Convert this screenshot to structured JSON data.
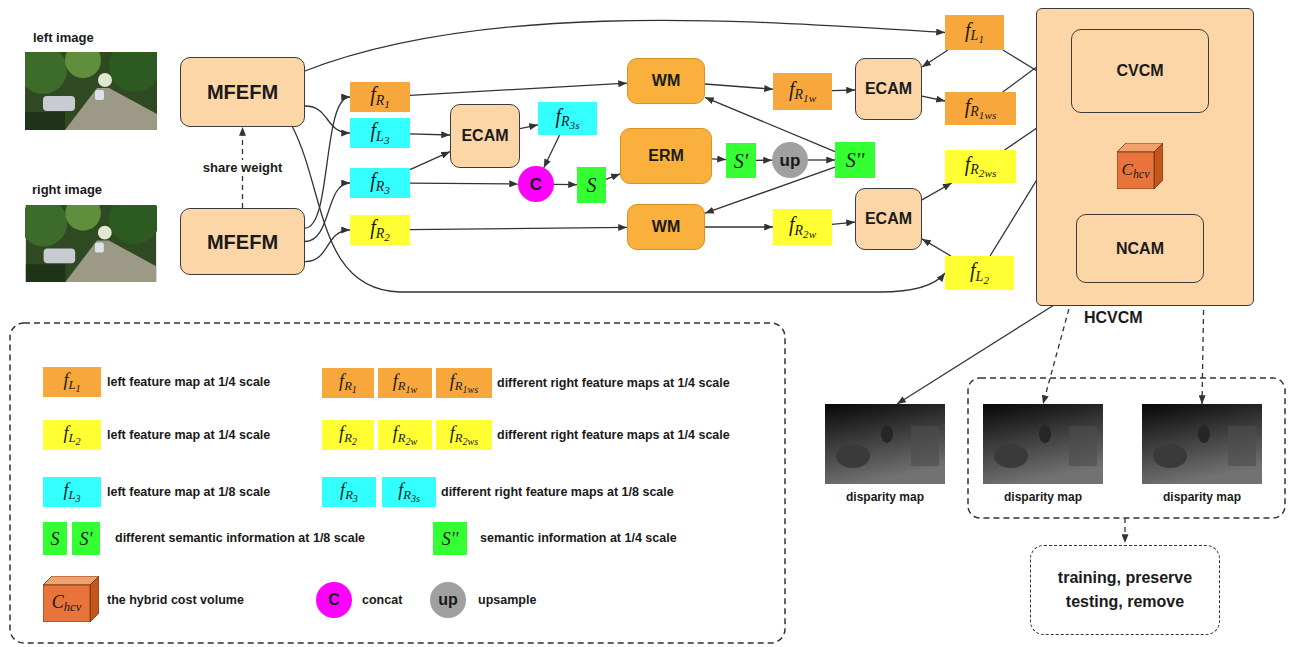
{
  "diagram": {
    "nodes": [
      {
        "text": [
          "MFEFM"
        ]
      },
      {
        "text": [
          "MFEFM"
        ]
      },
      {
        "text": [
          "fR1"
        ]
      },
      {
        "text": [
          "fL3"
        ]
      },
      {
        "text": [
          "fR3"
        ]
      },
      {
        "text": [
          "fR2"
        ]
      },
      {
        "text": [
          "ECAM"
        ]
      },
      {
        "text": [
          "fR3s"
        ]
      },
      {
        "text": [
          "C"
        ]
      },
      {
        "text": [
          "S"
        ]
      },
      {
        "text": [
          "WM"
        ]
      },
      {
        "text": [
          "ERM"
        ]
      },
      {
        "text": [
          "WM"
        ]
      },
      {
        "text": [
          "S'"
        ]
      },
      {
        "text": [
          "up"
        ]
      },
      {
        "text": [
          "S''"
        ]
      },
      {
        "text": [
          "fR1w"
        ]
      },
      {
        "text": [
          "fR2w"
        ]
      },
      {
        "text": [
          "ECAM"
        ]
      },
      {
        "text": [
          "ECAM"
        ]
      },
      {
        "text": [
          "fL1"
        ]
      },
      {
        "text": [
          "fR1ws"
        ]
      },
      {
        "text": [
          "fR2ws"
        ]
      },
      {
        "text": [
          "fL2"
        ]
      },
      {
        "text": [
          "HCVCM"
        ]
      },
      {
        "text": [
          "CVCM"
        ],
        "in": 24
      },
      {
        "text": [
          "Chcv"
        ],
        "in": 24
      },
      {
        "text": [
          "NCAM"
        ],
        "in": 24
      },
      {
        "text": [
          "disparity map"
        ]
      },
      {
        "text": [
          "disparity map"
        ]
      },
      {
        "text": [
          "disparity map"
        ]
      },
      {
        "text": [
          "training, preserve testing, remove"
        ]
      }
    ],
    "edges": [
      {
        "from": 1,
        "to": 0,
        "label": "share weight",
        "arrow": "to"
      },
      {
        "from": 0,
        "to": 20,
        "arrow": "to"
      },
      {
        "from": 0,
        "to": 3,
        "arrow": "to"
      },
      {
        "from": 0,
        "to": 23,
        "arrow": "to"
      },
      {
        "from": 1,
        "to": 2,
        "arrow": "to"
      },
      {
        "from": 1,
        "to": 4,
        "arrow": "to"
      },
      {
        "from": 1,
        "to": 5,
        "arrow": "to"
      },
      {
        "from": 3,
        "to": 6,
        "arrow": "to"
      },
      {
        "from": 4,
        "to": 6,
        "arrow": "to"
      },
      {
        "from": 4,
        "to": 8,
        "arrow": "to"
      },
      {
        "from": 6,
        "to": 7,
        "arrow": "to"
      },
      {
        "from": 7,
        "to": 8,
        "arrow": "to"
      },
      {
        "from": 8,
        "to": 9,
        "arrow": "to"
      },
      {
        "from": 9,
        "to": 11,
        "arrow": "to"
      },
      {
        "from": 11,
        "to": 13,
        "arrow": "to"
      },
      {
        "from": 13,
        "to": 14,
        "arrow": "to"
      },
      {
        "from": 14,
        "to": 15,
        "arrow": "to"
      },
      {
        "from": 15,
        "to": 10,
        "arrow": "to"
      },
      {
        "from": 15,
        "to": 12,
        "arrow": "to"
      },
      {
        "from": 2,
        "to": 10,
        "arrow": "to"
      },
      {
        "from": 10,
        "to": 16,
        "arrow": "to"
      },
      {
        "from": 16,
        "to": 18,
        "arrow": "to"
      },
      {
        "from": 20,
        "to": 18,
        "arrow": "to"
      },
      {
        "from": 18,
        "to": 21,
        "arrow": "to"
      },
      {
        "from": 5,
        "to": 12,
        "arrow": "to"
      },
      {
        "from": 12,
        "to": 17,
        "arrow": "to"
      },
      {
        "from": 17,
        "to": 19,
        "arrow": "to"
      },
      {
        "from": 23,
        "to": 19,
        "arrow": "to"
      },
      {
        "from": 19,
        "to": 22,
        "arrow": "to"
      },
      {
        "from": 20,
        "to": 25,
        "arrow": "to"
      },
      {
        "from": 21,
        "to": 25,
        "arrow": "to"
      },
      {
        "from": 22,
        "to": 25,
        "arrow": "to"
      },
      {
        "from": 23,
        "to": 25,
        "arrow": "to"
      },
      {
        "from": 25,
        "to": 26,
        "arrow": "to"
      },
      {
        "from": 26,
        "to": 27,
        "arrow": "to"
      },
      {
        "from": 27,
        "to": 28,
        "arrow": "to"
      },
      {
        "from": 27,
        "to": 29,
        "arrow": "to"
      },
      {
        "from": 27,
        "to": 30,
        "arrow": "to"
      }
    ],
    "labels": [
      "left image",
      "right image",
      "fL1",
      "fR1",
      "fR1w",
      "fR1ws",
      "fL2",
      "fR2",
      "fR2w",
      "fR2ws",
      "fL3",
      "fR3",
      "fR3s",
      "S",
      "S'",
      "S''",
      "Chcv",
      "C",
      "up"
    ],
    "legend": [
      {
        "text": "left feature map at 1/4 scale",
        "color": "#f8a73c"
      },
      {
        "text": "different right feature maps at 1/4 scale",
        "color": "#f8a73c"
      },
      {
        "text": "left feature map at 1/4 scale",
        "color": "#ffff33"
      },
      {
        "text": "different right feature maps at 1/4 scale",
        "color": "#ffff33"
      },
      {
        "text": "left feature map at 1/8 scale",
        "color": "#33ffff"
      },
      {
        "text": "different right feature maps at 1/8 scale",
        "color": "#33ffff"
      },
      {
        "text": "different semantic information at 1/8 scale",
        "color": "#33ff33"
      },
      {
        "text": "semantic information at 1/4 scale",
        "color": "#33ff33"
      },
      {
        "text": "the hybrid cost volume"
      },
      {
        "text": "concat"
      },
      {
        "text": "upsample"
      }
    ]
  }
}
